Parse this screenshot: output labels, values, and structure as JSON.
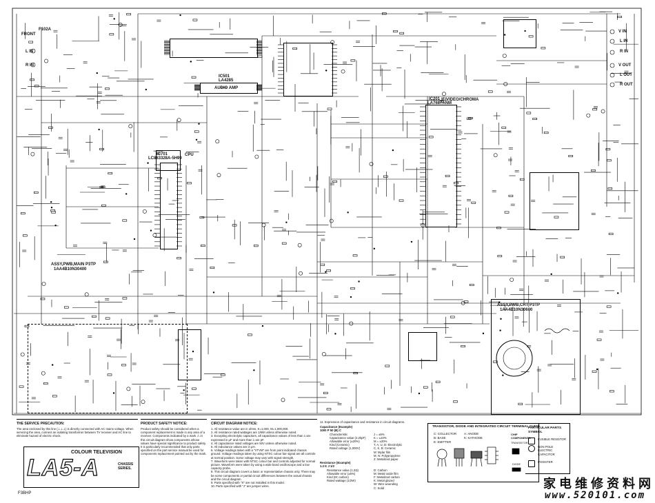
{
  "header": {
    "front_label": "FRONT",
    "front_code": "F102A",
    "front_inputs": [
      "L IN",
      "R IN"
    ]
  },
  "rear_jacks": {
    "inputs": [
      "V IN",
      "L IN",
      "R IN"
    ],
    "outputs": [
      "V OUT",
      "L OUT",
      "R OUT"
    ]
  },
  "blocks": {
    "audio_amp_ic": "IC501",
    "audio_amp_part": "LA4285",
    "audio_amp_name": "AUDIO AMP",
    "video_ic": "IC201",
    "video_ic_part": "LA7687ANM",
    "video_ic_name": "IF/VIDEO/CHROMA",
    "cpu_ic": "IC701",
    "cpu_ic_part": "LC863328A-5H99",
    "cpu_name": "CPU",
    "main_pwb": "ASSY,PWB,MAIN P3TP",
    "main_pwb_code": "1AA4B10N30400",
    "crt_pwb": "ASSY,PWB,CRT P3TP",
    "crt_pwb_code": "1AA4B10N30600"
  },
  "chart_data": {
    "type": "diagram",
    "title": "COLOUR TELEVISION",
    "chassis_name": "LA5-A",
    "chassis_suffix": "CHASSIS SERIES."
  },
  "service_precaution": {
    "title": "THE SERVICE PRECAUTION:",
    "text": "The area enclosed by this line (⊥⊥⊥) is directly connected with AC mains voltage. When servicing the area, connect an isolating transformer between TV receiver and AC line to eliminate hazard of electric shock."
  },
  "product_safety": {
    "title": "PRODUCT SAFETY NOTICE:",
    "text": "Product safety should be considered when a component replacement is made in any area of a receiver. Components indicated by a mark ⚠ in this circuit diagram show components whose values have special significance to product safety. It is particularly recommended that only parts specified on the part service manual be used for components replacement pointed out by the mark."
  },
  "circuit_notes": {
    "title": "CIRCUIT DIAGRAM NOTICE:",
    "items": [
      "1. All resistance value are in ohms, K=1,000, M=1,000,000.",
      "2. All resistance rated wattages are 1/6W unless otherwise noted.",
      "3. Excepting electrolytic capacitors, all capacitance values of less than 1 are expressed in μF and more than 1 are pF.",
      "4. All capacitance rated voltages are 50V unless otherwise noted.",
      "5. All inductance values are in μH.",
      "6. Voltage readings taken with a \"VTVM\" are from point indicated chassis ground. Voltage readings taken by using NTSC colour bar signal are all controls at normal position. Some voltage may vary with signal strength.",
      "7. Waveform were taken with NTSC colour bar and controls adjusted for normal picture. Waveform were taken by using a wide band oscilloscope and a low capacity probe.",
      "8. This circuit diagram covers a basic or representative chassis only. There may be some components or partial circuit differences between the actual chassis and the circuit diagram.",
      "9. Parts specified with \"X\" are not installed in this model.",
      "10. Parts specified with \"J\" are jumper wires."
    ]
  },
  "expression": {
    "title": "11. Expression of capacitance and resistance in circuit diagrams.",
    "cap_example_title": "Capacitance (Example)",
    "cap_example": "1000 P 50 (B) C",
    "cap_items": [
      "Characteristic",
      "Capacitance value (2.2kpF)",
      "Allowable error (±20%)",
      "Kind (Ceramic)",
      "Rated voltage (1,000V)"
    ],
    "cap_tolerance": [
      "J = ±5%",
      "K = ±10%",
      "M = ±20%"
    ],
    "cap_kinds": [
      "T, A, U, D: Electrolytic",
      "C, K, B: Ceramic",
      "M: Mylar film",
      "M, N: Polypropylene",
      "Z: Metalized paper"
    ],
    "res_example_title": "Resistance (Example)",
    "res_example": "1.2 K J 1/2",
    "res_items": [
      "Resistance value (1.2Ω)",
      "Allowable error (±5%)",
      "Kind (M; carbon)",
      "Rated wattage (1/2W)"
    ],
    "res_kinds": [
      "D: Carbon",
      "M: Metal oxide film",
      "F: Metalized carbon",
      "K: Metal glazed",
      "W: Wire wounding",
      "C: Solid"
    ]
  },
  "guide": {
    "title": "TRANSISTOR, DIODE AND INTEGRATED CIRCUIT TERMINAL GUIDE",
    "left_terms": [
      "C: COLLECTOR",
      "B: BASE",
      "E: EMITTER"
    ],
    "right_terms": [
      "A: ANODE",
      "K: KATHODE"
    ],
    "chip_title": "CHIP COMPONENTS",
    "chip_sub": "TRANSISTOR",
    "chip_diode": "DIODE",
    "particular_title": "PARTICULAR PARTS SYMBOL",
    "symbols": [
      "FUSIBLE RESISTOR",
      "NON POLE ELECTRIC CAPACITOR",
      "POSISTER"
    ]
  },
  "footer_code": "F3BHP",
  "watermark": {
    "cn": "家电维修资料网",
    "url": "www.520101.com"
  },
  "colors": {
    "ink": "#000000",
    "paper": "#ffffff"
  }
}
